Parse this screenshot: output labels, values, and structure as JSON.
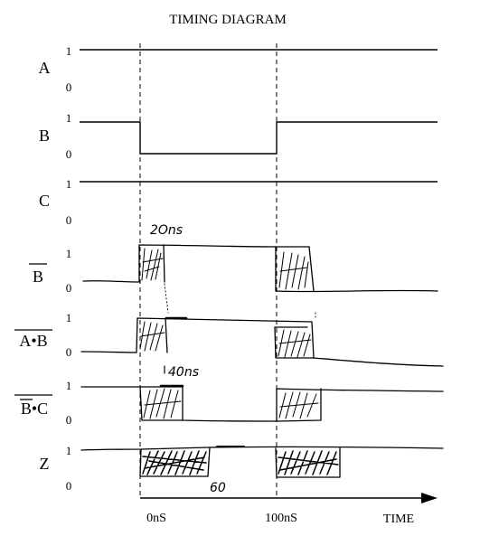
{
  "title": "TIMING DIAGRAM",
  "level_labels": {
    "high": "1",
    "low": "0"
  },
  "signals": [
    {
      "id": "a",
      "label": "A"
    },
    {
      "id": "b",
      "label": "B"
    },
    {
      "id": "c",
      "label": "C"
    },
    {
      "id": "bbar",
      "label": "B",
      "overbar": "single"
    },
    {
      "id": "nand-ab",
      "label": "A•B",
      "overbar": "single"
    },
    {
      "id": "bbar-c",
      "label": "B•C",
      "overbar": "double-on-b"
    },
    {
      "id": "z",
      "label": "Z"
    }
  ],
  "time_axis": {
    "label": "TIME",
    "ticks": [
      "0nS",
      "100nS"
    ]
  },
  "annotations": {
    "delay_bbar": "2Ons",
    "delay_bbar_c": "40ns",
    "delay_z": "60"
  }
}
